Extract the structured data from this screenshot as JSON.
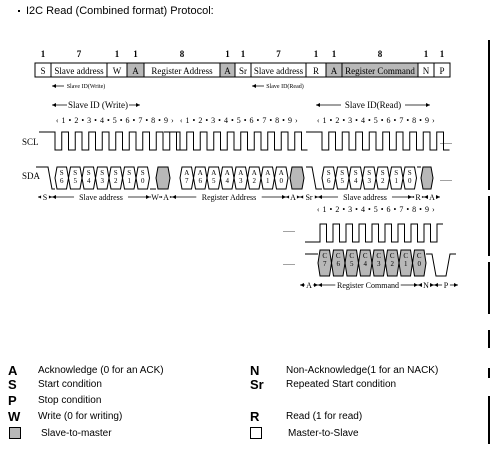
{
  "title": "I2C Read (Combined format) Protocol:",
  "frame": {
    "bits": [
      "1",
      "7",
      "1",
      "1",
      "8",
      "1",
      "1",
      "7",
      "1",
      "1",
      "8",
      "1",
      "1"
    ],
    "fields": [
      {
        "label": "S",
        "slave": false
      },
      {
        "label": "Slave address",
        "slave": false
      },
      {
        "label": "W",
        "slave": false
      },
      {
        "label": "A",
        "slave": true
      },
      {
        "label": "Register Address",
        "slave": false
      },
      {
        "label": "A",
        "slave": true
      },
      {
        "label": "Sr",
        "slave": false
      },
      {
        "label": "Slave address",
        "slave": false
      },
      {
        "label": "R",
        "slave": false
      },
      {
        "label": "A",
        "slave": true
      },
      {
        "label": "Register Command",
        "slave": true
      },
      {
        "label": "N",
        "slave": false
      },
      {
        "label": "P",
        "slave": false
      }
    ],
    "sub_labels": [
      "Slave ID(Write)",
      "Slave ID(Read)"
    ]
  },
  "timing": {
    "id_write": "Slave ID (Write)",
    "id_read": "Slave ID(Read)",
    "clock_nums_1": "1 2 3 4 5 6 7 8 9",
    "clock_nums_2": "1 2 3 4 5 6 7 8 9",
    "clock_nums_3": "1 2 3 4 5 6 7 8 9",
    "clock_nums_4": "1 2 3 4 5 6 7 8 9",
    "scl": "SCL",
    "sda": "SDA",
    "dots": "......",
    "sda_bits_addr": [
      "S6",
      "S5",
      "S4",
      "S3",
      "S2",
      "S1",
      "S0"
    ],
    "sda_bits_reg": [
      "A7",
      "A6",
      "A5",
      "A4",
      "A3",
      "A2",
      "A1",
      "A0"
    ],
    "sda_bits_addr2": [
      "S6",
      "S5",
      "S4",
      "S3",
      "S2",
      "S1",
      "S0"
    ],
    "sda_bits_cmd": [
      "C7",
      "C6",
      "C5",
      "C4",
      "C3",
      "C2",
      "C1",
      "C0"
    ],
    "seg_s": "S",
    "seg_slave": "Slave address",
    "seg_w": "W",
    "seg_a": "A",
    "seg_reg": "Register Address",
    "seg_sr": "Sr",
    "seg_slave2": "Slave address",
    "seg_r": "R",
    "seg_a2": "A",
    "seg_a3": "A",
    "seg_cmd": "Register Command",
    "seg_n": "N",
    "seg_p": "P"
  },
  "legend": [
    {
      "symbol": "A",
      "text": "Acknowledge (0 for an ACK)"
    },
    {
      "symbol": "S",
      "text": "Start condition"
    },
    {
      "symbol": "P",
      "text": "Stop condition"
    },
    {
      "symbol": "W",
      "text": "Write (0 for writing)"
    },
    {
      "symbol": "gray-box",
      "text": "Slave-to-master"
    },
    {
      "symbol": "N",
      "text": "Non-Acknowledge(1 for an NACK)"
    },
    {
      "symbol": "Sr",
      "text": "Repeated Start condition"
    },
    {
      "symbol": "R",
      "text": "Read (1 for read)"
    },
    {
      "symbol": "white-box",
      "text": "Master-to-Slave"
    }
  ]
}
